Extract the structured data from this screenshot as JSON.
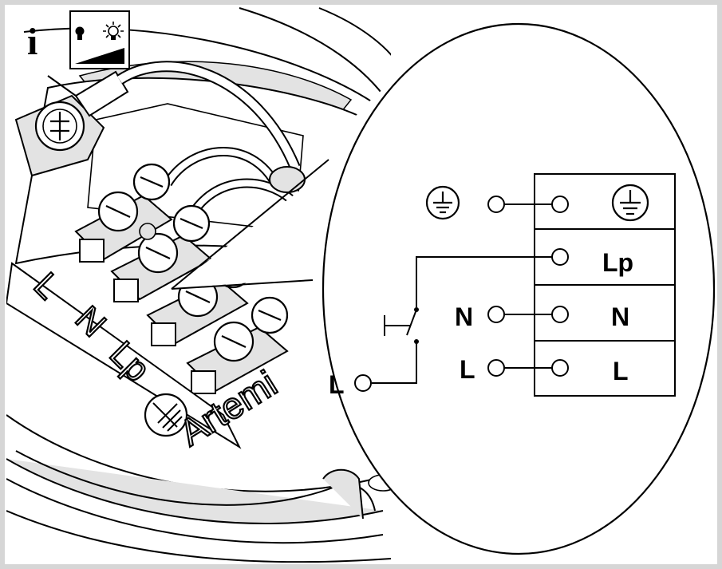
{
  "info_badge": {
    "glyph": "i",
    "icons": [
      "bulb-off-icon",
      "bulb-on-icon",
      "brightness-ramp-icon"
    ]
  },
  "photo": {
    "embossed_labels": [
      "L",
      "N",
      "Lp"
    ],
    "brand_fragment": "Artemi",
    "ground_symbol": "ground-icon"
  },
  "schematic": {
    "terminal_labels": [
      "Lp",
      "N",
      "L"
    ],
    "input_labels": [
      "N",
      "L"
    ],
    "switch_supply_label": "L",
    "ground_symbols": [
      "ground-icon",
      "ground-icon"
    ]
  },
  "colors": {
    "stroke": "#000000",
    "frame": "#d6d6d6",
    "shade": "#e3e3e3"
  }
}
